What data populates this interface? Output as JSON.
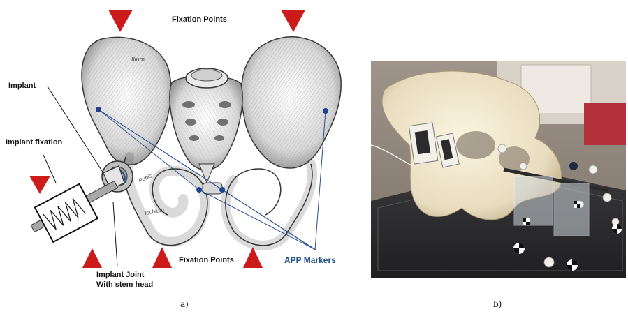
{
  "panel_a": {
    "labels": {
      "fixation_points_top": "Fixation Points",
      "fixation_points_bottom": "Fixation Points",
      "implant": "Implant",
      "implant_fixation": "Implant fixation",
      "implant_joint_line1": "Implant Joint",
      "implant_joint_line2": "With stem head",
      "app_markers": "APP Markers"
    },
    "anatomy_text": {
      "ilium": "Ilium",
      "ischium": "Ischium",
      "pubis": "Pubis"
    },
    "caption": "a)",
    "colors": {
      "fixation_marker": "#cc1b1b",
      "app_marker": "#1f3f8f",
      "bone_sketch": "#555555"
    }
  },
  "panel_b": {
    "caption": "b)"
  }
}
